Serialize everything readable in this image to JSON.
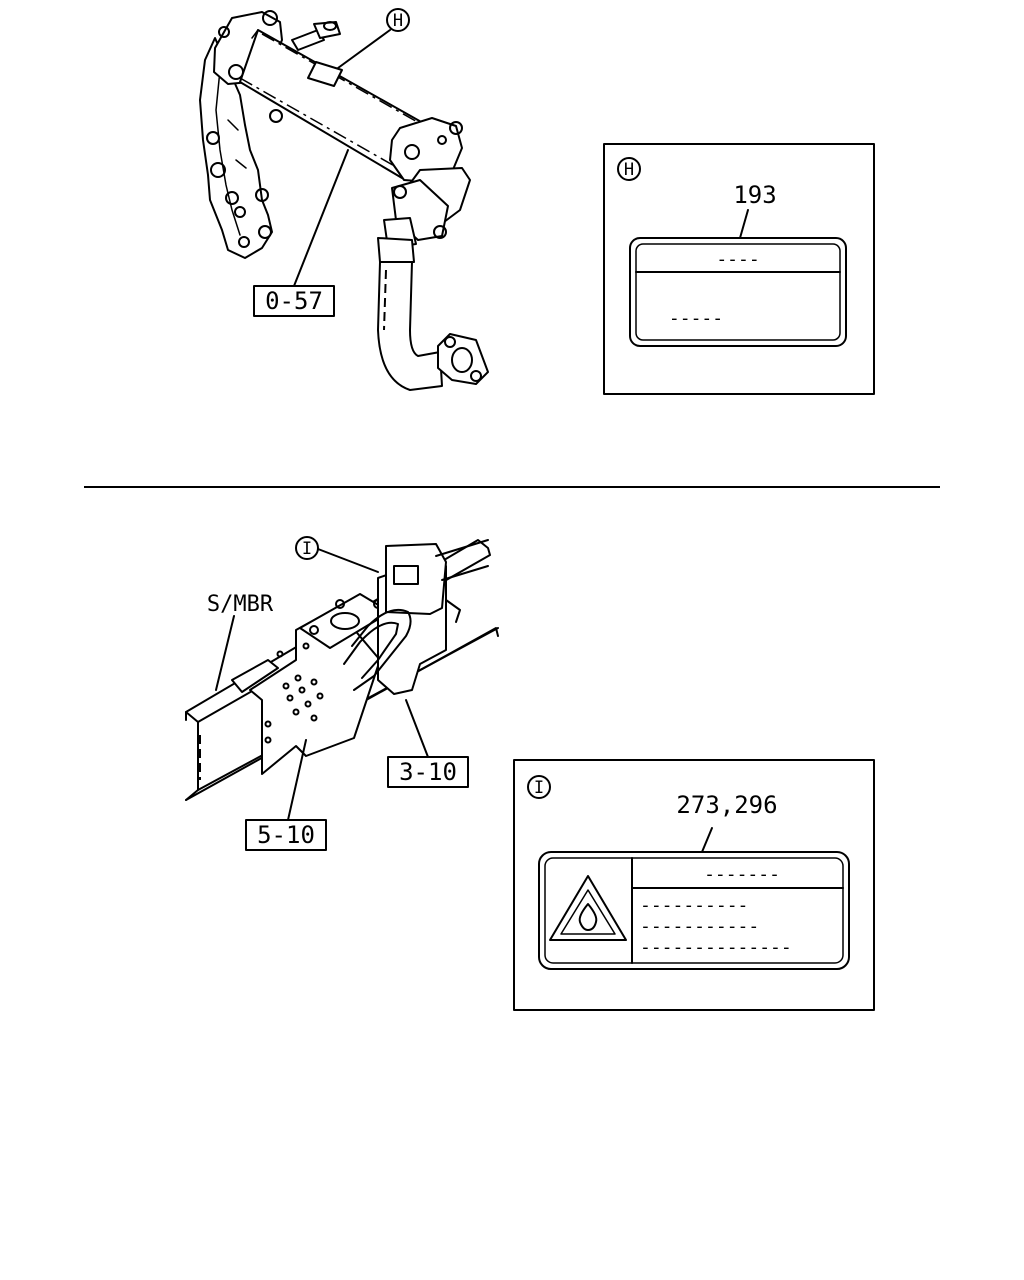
{
  "callouts": {
    "upper_marker": "H",
    "upper_ref": "0-57",
    "lower_marker": "I",
    "lower_label": "S/MBR",
    "lower_ref_a": "3-10",
    "lower_ref_b": "5-10"
  },
  "detail_h": {
    "marker": "H",
    "part_number": "193",
    "label_line_1": "----",
    "label_line_2": "-----"
  },
  "detail_i": {
    "marker": "I",
    "part_number": "273,296",
    "label_title": "-------",
    "label_line_1": "----------",
    "label_line_2": "-----------",
    "label_line_3": "--------------"
  }
}
